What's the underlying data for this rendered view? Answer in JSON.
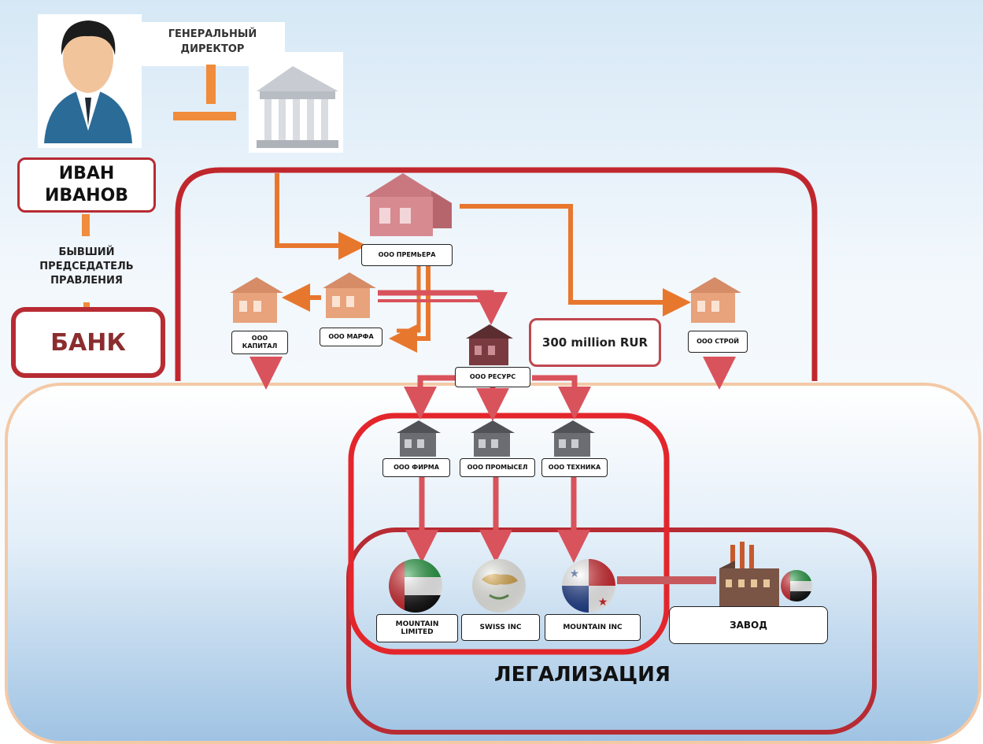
{
  "person": {
    "name": "ИВАН ИВАНОВ",
    "role_top": "ГЕНЕРАЛЬНЫЙ ДИРЕКТОР",
    "role_bottom": "БЫВШИЙ ПРЕДСЕДАТЕЛЬ ПРАВЛЕНИЯ"
  },
  "bank": {
    "label": "БАНК"
  },
  "companies": {
    "premiera": "ООО ПРЕМЬЕРА",
    "kapital": "ООО КАПИТАЛ",
    "marfa": "ООО МАРФА",
    "resurs": "ООО РЕСУРС",
    "stroi": "ООО СТРОЙ",
    "firma": "ООО ФИРМА",
    "promysel": "ООО ПРОМЫСЕЛ",
    "tekhnika": "ООО ТЕХНИКА"
  },
  "amount": "300 million RUR",
  "offshore": {
    "mountain_limited": "MOUNTAIN LIMITED",
    "swiss_inc": "SWISS INC",
    "mountain_inc": "MOUNTAIN INC"
  },
  "factory": "ЗАВОД",
  "legalization": "ЛЕГАЛИЗАЦИЯ",
  "colors": {
    "red_border": "#c0272d",
    "orange_arrow": "#e8772e",
    "red_arrow": "#d9535c",
    "sky_top": "#ffffff",
    "sky_bottom": "#a9c9e6"
  },
  "icons": {
    "person": "businessman-icon",
    "building": "bank-building-icon",
    "house": "house-icon",
    "factory": "factory-icon",
    "flags": [
      "uae-flag-icon",
      "cyprus-flag-icon",
      "panama-flag-icon",
      "uae-flag-icon"
    ]
  }
}
